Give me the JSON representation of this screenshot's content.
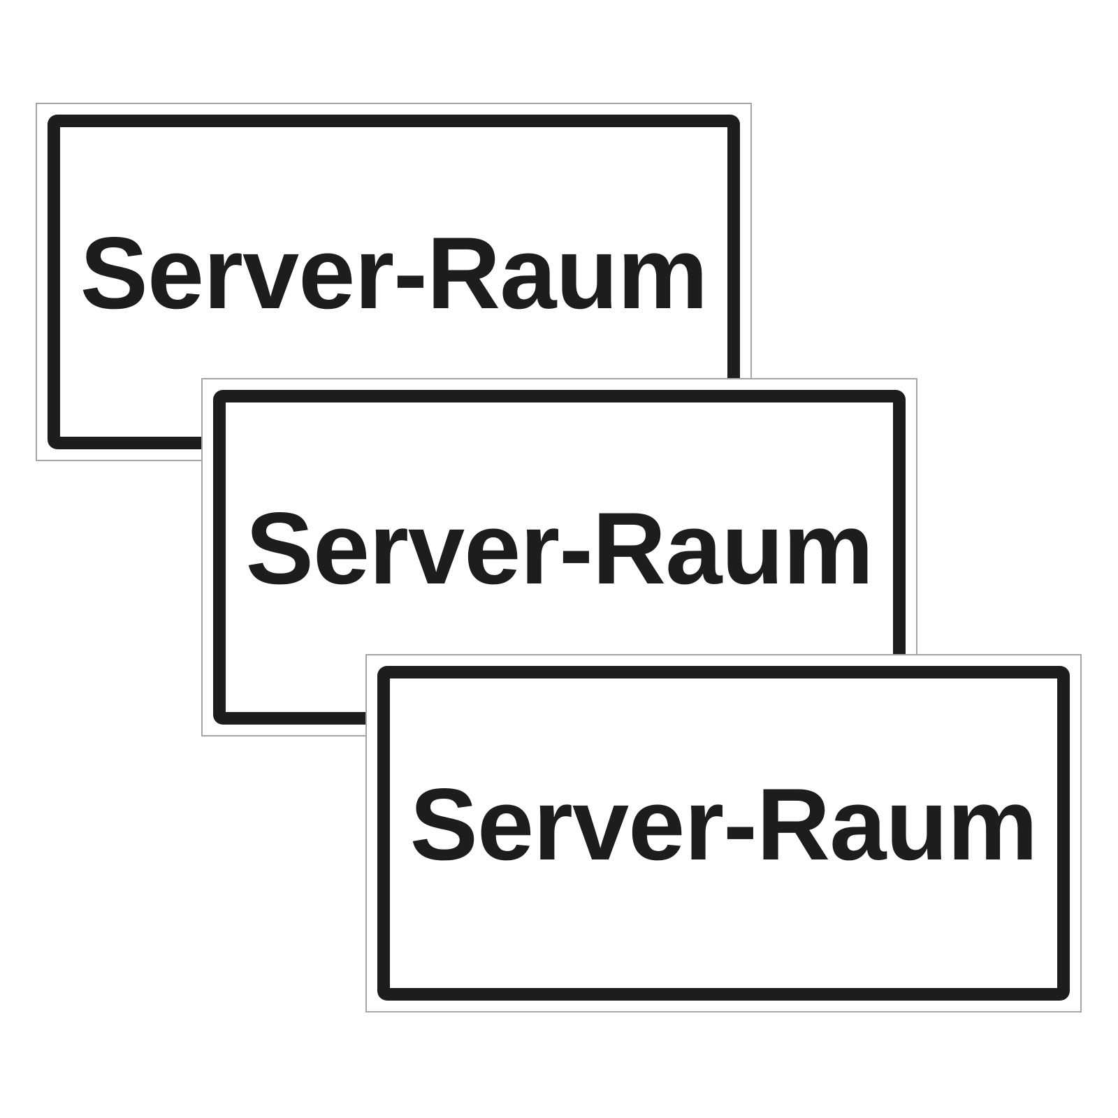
{
  "product_image": {
    "description_label": "Server room door sign set, three identical plates",
    "colors": {
      "background": "#ffffff",
      "sign_face": "#ffffff",
      "frame_and_text_black": "#1d1d1b",
      "card_edge_gray": "#a5a5a4"
    },
    "signs": [
      {
        "label": "Server-Raum"
      },
      {
        "label": "Server-Raum"
      },
      {
        "label": "Server-Raum"
      }
    ]
  }
}
